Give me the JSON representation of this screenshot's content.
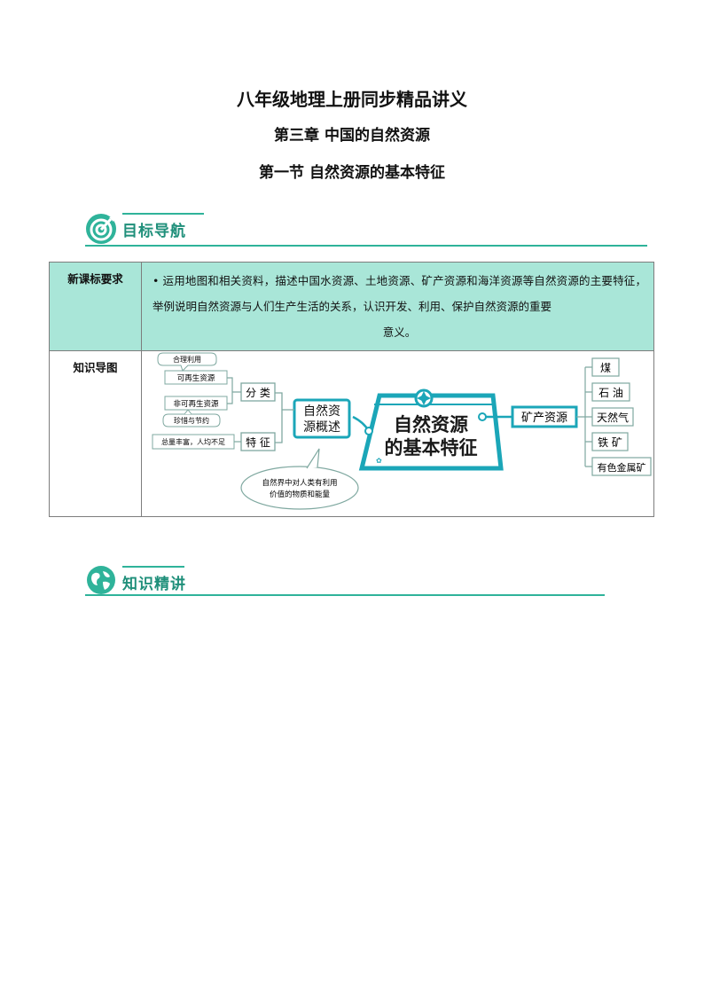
{
  "header": {
    "main_title": "八年级地理上册同步精品讲义",
    "chapter": "第三章  中国的自然资源",
    "section": "第一节    自然资源的基本特征"
  },
  "goal_section": {
    "title": "目标导航"
  },
  "goal_table": {
    "row1_label": "新课标要求",
    "row1_text": "• 运用地图和相关资料，描述中国水资源、土地资源、矿产资源和海洋资源等自然资源的主要特征，举例说明自然资源与人们生产生活的关系，认识开发、利用、保护自然资源的重要",
    "row1_text_last": "意义。",
    "row2_label": "知识导图"
  },
  "mindmap": {
    "center_line1": "自然资源",
    "center_line2": "的基本特征",
    "overview_line1": "自然资",
    "overview_line2": "源概述",
    "classify": "分 类",
    "feature": "特 征",
    "rational_use": "合理利用",
    "renewable": "可再生资源",
    "nonrenewable": "非可再生资源",
    "cherish": "珍惜与节约",
    "total_rich": "总量丰富，人均不足",
    "definition_line1": "自然界中对人类有利用",
    "definition_line2": "价值的物质和能量",
    "minerals": "矿产资源",
    "mineral_items": [
      "煤",
      "石 油",
      "天然气",
      "铁 矿",
      "有色金属矿"
    ]
  },
  "knowledge_section": {
    "title": "知识精讲"
  },
  "colors": {
    "accent": "#2fb39a",
    "table_fill": "#a9e6d8",
    "map_box": "#1ba6b8"
  }
}
